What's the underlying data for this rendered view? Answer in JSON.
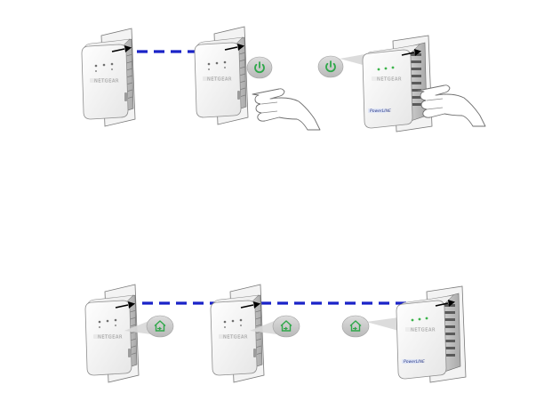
{
  "brand": {
    "logo_text": "NETGEAR",
    "product_text": "PowerLINE"
  },
  "colors": {
    "link_line": "#1a23c8",
    "led_green": "#3cb44b",
    "badge_fill": "#c8c8c8",
    "badge_icon": "#2fa84a",
    "wall_plate": "#f2f2f2",
    "device_body": "#f7f7f7",
    "device_shadow": "#b8b8b8"
  },
  "rows": [
    {
      "icon": "power-icon",
      "steps": [
        "pair-link",
        "press-security-on-adapter-2",
        "press-security-on-adapter-3"
      ]
    },
    {
      "icon": "home-network-icon",
      "steps": [
        "adapter-1-ready",
        "adapter-2-ready",
        "adapter-3-ready"
      ]
    }
  ]
}
